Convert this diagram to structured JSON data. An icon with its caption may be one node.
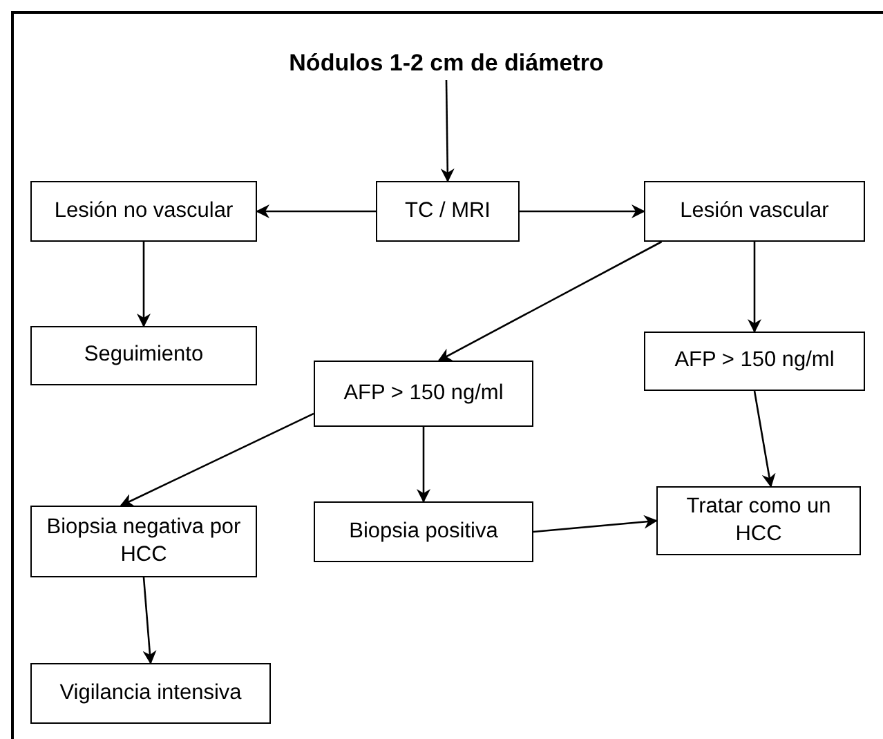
{
  "diagram": {
    "nodes": [
      {
        "text": [
          "Nódulos 1-2 cm de diámetro"
        ]
      },
      {
        "text": [
          "TC / MRI"
        ]
      },
      {
        "text": [
          "Lesión no vascular"
        ]
      },
      {
        "text": [
          "Lesión vascular"
        ]
      },
      {
        "text": [
          "Seguimiento"
        ]
      },
      {
        "text": [
          "AFP > 150 ng/ml"
        ]
      },
      {
        "text": [
          "AFP > 150 ng/ml"
        ]
      },
      {
        "text": [
          "Biopsia negativa por HCC"
        ]
      },
      {
        "text": [
          "Biopsia positiva"
        ]
      },
      {
        "text": [
          "Tratar como un HCC"
        ]
      },
      {
        "text": [
          "Vigilancia intensiva"
        ]
      }
    ],
    "edges": [
      {
        "from": 0,
        "to": 1,
        "arrow": "to"
      },
      {
        "from": 1,
        "to": 2,
        "arrow": "to"
      },
      {
        "from": 1,
        "to": 3,
        "arrow": "to"
      },
      {
        "from": 2,
        "to": 4,
        "arrow": "to"
      },
      {
        "from": 3,
        "to": 5,
        "arrow": "to"
      },
      {
        "from": 3,
        "to": 6,
        "arrow": "to"
      },
      {
        "from": 5,
        "to": 7,
        "arrow": "to"
      },
      {
        "from": 5,
        "to": 8,
        "arrow": "to"
      },
      {
        "from": 8,
        "to": 9,
        "arrow": "to"
      },
      {
        "from": 6,
        "to": 9,
        "arrow": "to"
      },
      {
        "from": 7,
        "to": 10,
        "arrow": "to"
      }
    ]
  }
}
